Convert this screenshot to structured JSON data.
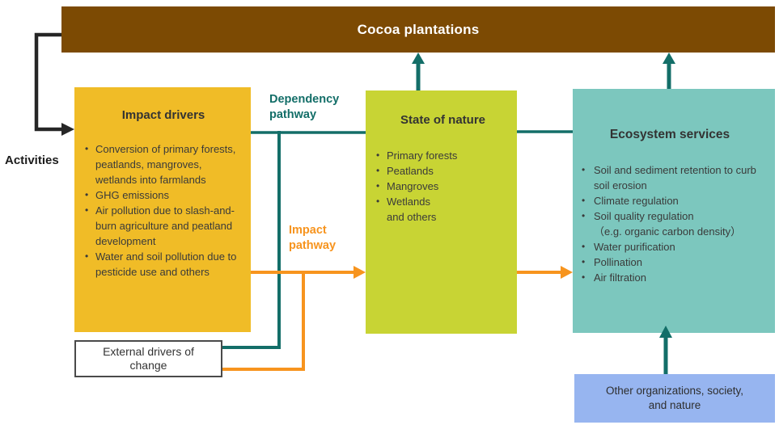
{
  "banner": {
    "label": "Cocoa plantations"
  },
  "labels": {
    "activities": "Activities",
    "dependency_pathway": "Dependency\npathway",
    "impact_pathway": "Impact\npathway"
  },
  "impact_drivers": {
    "title": "Impact drivers",
    "items": [
      "Conversion of primary forests, peatlands, mangroves, wetlands into farmlands",
      "GHG emissions",
      "Air pollution due to slash-and-burn agriculture and peatland development",
      "Water and soil pollution due to pesticide use and others"
    ]
  },
  "state_of_nature": {
    "title": "State of nature",
    "items": [
      "Primary forests",
      "Peatlands",
      "Mangroves",
      "Wetlands"
    ],
    "suffix": "and others"
  },
  "ecosystem_services": {
    "title": "Ecosystem services",
    "items": [
      "Soil and sediment retention to curb soil erosion",
      "Climate regulation",
      "Soil quality regulation\n（e.g. organic carbon density）",
      "Water purification",
      "Pollination",
      "Air filtration"
    ]
  },
  "external_drivers": {
    "label": "External drivers of\nchange"
  },
  "other_organizations": {
    "label": "Other organizations, society,\nand nature"
  },
  "colors": {
    "banner_brown": "#7C4A03",
    "impact_yellow": "#F0BC27",
    "nature_green": "#C8D434",
    "ecosystem_teal": "#7CC7BE",
    "organizations_blue": "#97B5F0",
    "dependency_teal": "#136E68",
    "impact_orange": "#F7941E",
    "activities_black": "#262626",
    "text_dark": "#3A3A3A"
  }
}
